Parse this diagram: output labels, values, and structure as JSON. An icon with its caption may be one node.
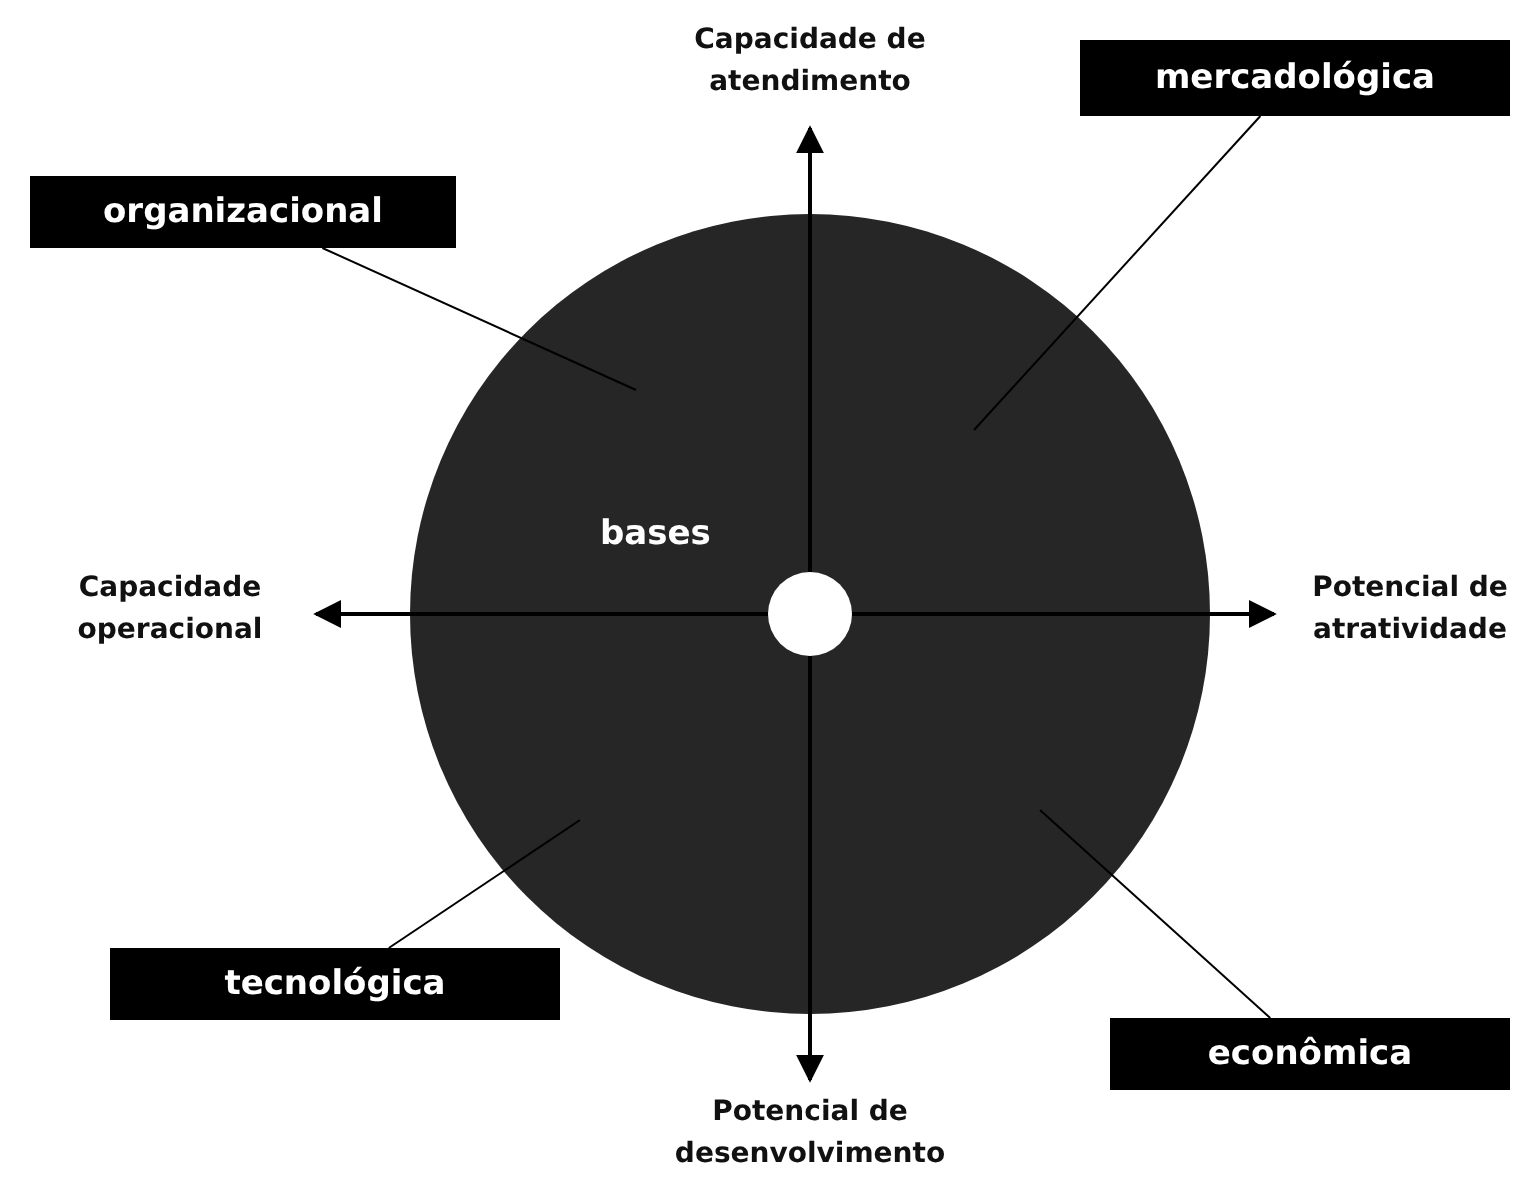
{
  "diagram": {
    "nodes": [
      {
        "text": [
          "bases"
        ]
      },
      {
        "text": [],
        "shape": "circle",
        "in": 0
      },
      {
        "text": [
          "Capacidade de atendimento"
        ]
      },
      {
        "text": [
          "Capacidade operacional"
        ]
      },
      {
        "text": [
          "Potencial de atratividade"
        ]
      },
      {
        "text": [
          "Potencial de desenvolvimento"
        ]
      },
      {
        "text": [
          "organizacional"
        ]
      },
      {
        "text": [
          "mercadológica"
        ]
      },
      {
        "text": [
          "tecnológica"
        ]
      },
      {
        "text": [
          "econômica"
        ]
      }
    ],
    "edges": [
      {
        "from": 1,
        "to": 2,
        "arrow": "to"
      },
      {
        "from": 1,
        "to": 3,
        "arrow": "to"
      },
      {
        "from": 1,
        "to": 4,
        "arrow": "to"
      },
      {
        "from": 1,
        "to": 5,
        "arrow": "to"
      },
      {
        "from": 6,
        "to": null,
        "arrow": "none"
      },
      {
        "from": 7,
        "to": null,
        "arrow": "none"
      },
      {
        "from": 8,
        "to": null,
        "arrow": "none"
      },
      {
        "from": 9,
        "to": null,
        "arrow": "none"
      }
    ]
  }
}
